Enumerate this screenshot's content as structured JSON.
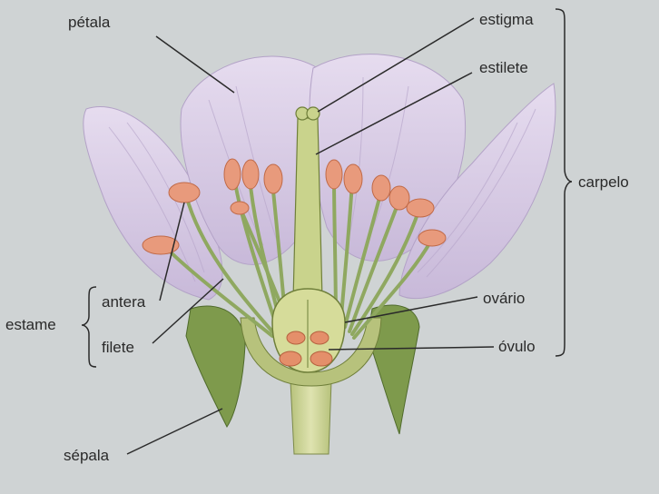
{
  "labels": {
    "petala": "pétala",
    "estigma": "estigma",
    "estilete": "estilete",
    "carpelo": "carpelo",
    "antera": "antera",
    "estame": "estame",
    "filete": "filete",
    "ovario": "ovário",
    "ovulo": "óvulo",
    "sepala": "sépala"
  },
  "colors": {
    "background": "#cfd3d4",
    "petal": "#d9cde4",
    "petal_vein": "#b9a8cc",
    "stem_green": "#8fa860",
    "dark_green": "#5f7a3a",
    "anther": "#e89a7c",
    "ovary_fill": "#d6dc9a",
    "ovule": "#e48f6a",
    "leader_line": "#2a2a2a"
  }
}
